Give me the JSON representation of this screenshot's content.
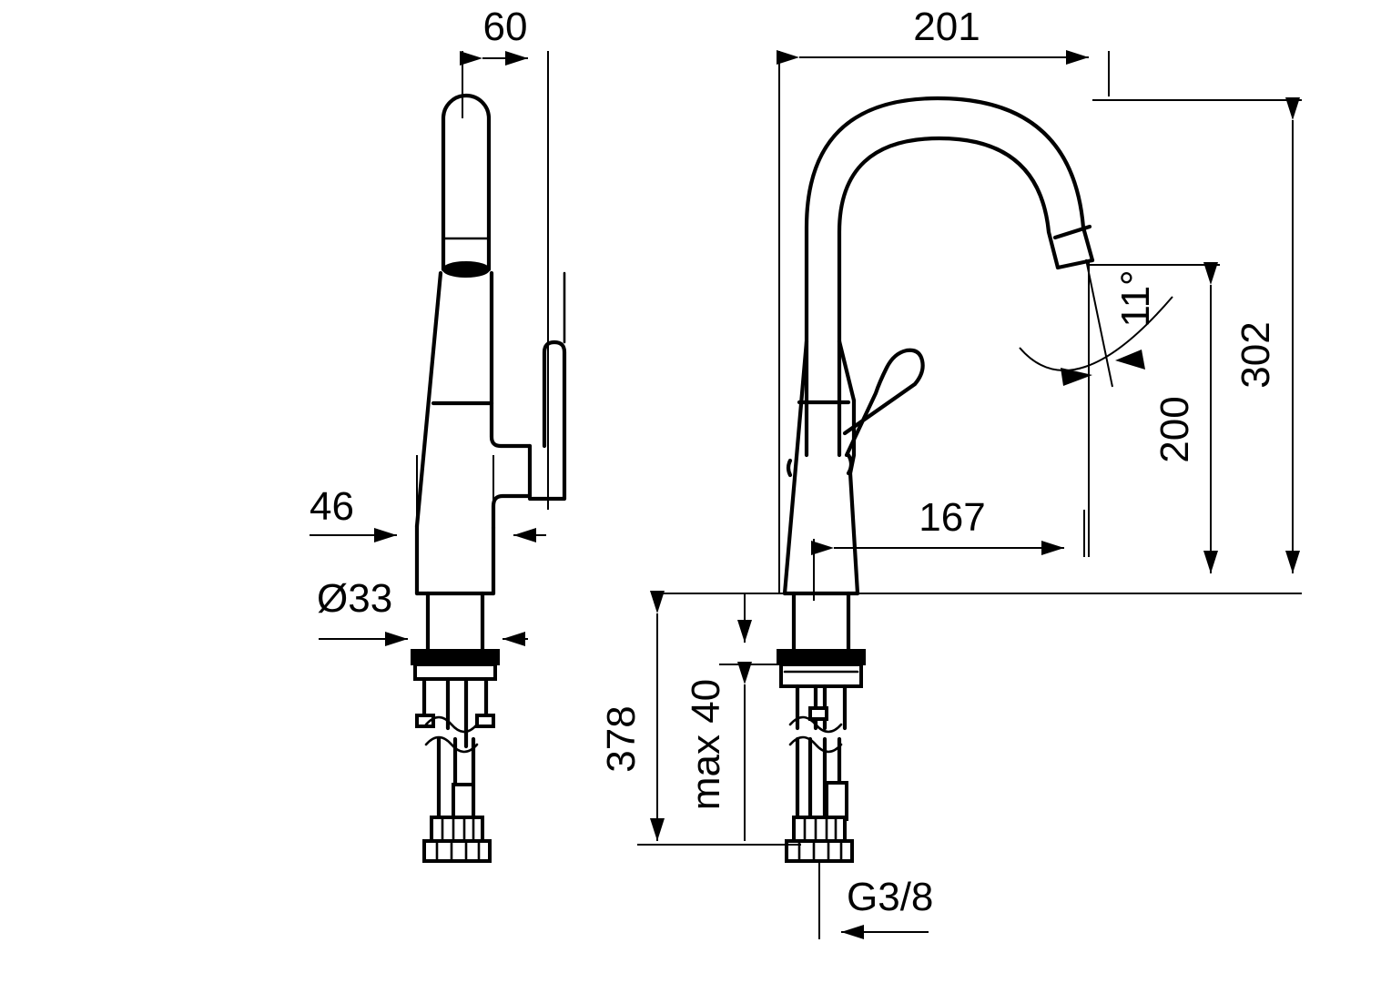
{
  "document": {
    "type": "technical-drawing",
    "subject": "Single-lever kitchen mixer tap with high gooseneck spout",
    "views": [
      {
        "name": "side-view",
        "position": "left"
      },
      {
        "name": "front-view",
        "position": "right"
      }
    ],
    "units": "mm",
    "line_color": "#000000",
    "background_color": "#ffffff"
  },
  "dimensions": {
    "spout_width_60": "60",
    "body_width_46": "46",
    "shank_diameter_33": "Ø33",
    "reach_201": "201",
    "reach_167": "167",
    "outlet_angle": "11°",
    "spout_height_200": "200",
    "total_height_302": "302",
    "overall_length_378": "378",
    "max_deck_thickness": "max 40",
    "thread_size": "G3/8"
  },
  "labels": [
    {
      "id": "d60",
      "text": "60",
      "view": "side-view",
      "kind": "horizontal-dimension"
    },
    {
      "id": "d46",
      "text": "46",
      "view": "side-view",
      "kind": "horizontal-dimension"
    },
    {
      "id": "d33",
      "text": "Ø33",
      "view": "side-view",
      "kind": "diameter-dimension"
    },
    {
      "id": "d201",
      "text": "201",
      "view": "front-view",
      "kind": "horizontal-dimension"
    },
    {
      "id": "d167",
      "text": "167",
      "view": "front-view",
      "kind": "horizontal-dimension"
    },
    {
      "id": "a11",
      "text": "11°",
      "view": "front-view",
      "kind": "angular-dimension"
    },
    {
      "id": "d200",
      "text": "200",
      "view": "front-view",
      "kind": "vertical-dimension"
    },
    {
      "id": "d302",
      "text": "302",
      "view": "front-view",
      "kind": "vertical-dimension"
    },
    {
      "id": "d378",
      "text": "378",
      "view": "front-view",
      "kind": "vertical-dimension"
    },
    {
      "id": "dmax40",
      "text": "max  40",
      "view": "front-view",
      "kind": "vertical-dimension"
    },
    {
      "id": "dg38",
      "text": "G3/8",
      "view": "front-view",
      "kind": "leader-note"
    }
  ]
}
